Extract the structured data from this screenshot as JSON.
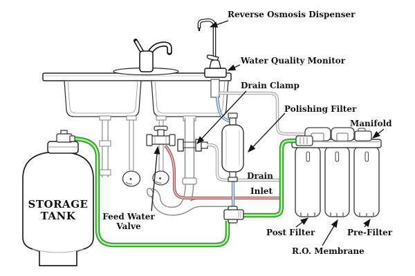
{
  "diagram": {
    "labels": {
      "dispenser": "Reverse Osmosis Dispenser",
      "monitor": "Water Quality Monitor",
      "drain_clamp": "Drain Clamp",
      "polishing_filter": "Polishing Filter",
      "manifold": "Manifold",
      "drain": "Drain",
      "inlet": "Inlet",
      "post_filter": "Post Filter",
      "ro_membrane": "R.O. Membrane",
      "pre_filter": "Pre-Filter",
      "feed_water_line1": "Feed Water",
      "feed_water_line2": "Valve",
      "tank_line1": "STORAGE",
      "tank_line2": "TANK"
    },
    "tube_colors": {
      "storage_green": "#4ccc3a",
      "inlet_red": "#c98080",
      "faucet_blue": "#a9c6e9",
      "drain_gray": "#9a9a9a"
    }
  }
}
